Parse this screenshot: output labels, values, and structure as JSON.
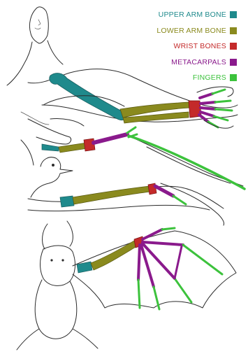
{
  "legend": [
    {
      "key": "upper",
      "label": "UPPER ARM BONE",
      "color": "#1f8a8c"
    },
    {
      "key": "lower",
      "label": "LOWER ARM BONE",
      "color": "#8a8a1e"
    },
    {
      "key": "wrist",
      "label": "WRIST BONES",
      "color": "#c42a2a"
    },
    {
      "key": "meta",
      "label": "METACARPALS",
      "color": "#8a1a8c"
    },
    {
      "key": "fingers",
      "label": "FINGERS",
      "color": "#3cc23c"
    }
  ],
  "colors": {
    "outline": "#2b2b2b",
    "background": "#ffffff"
  },
  "figures": [
    "human-arm",
    "pterosaur-wing",
    "bird-wing",
    "bat-wing"
  ]
}
